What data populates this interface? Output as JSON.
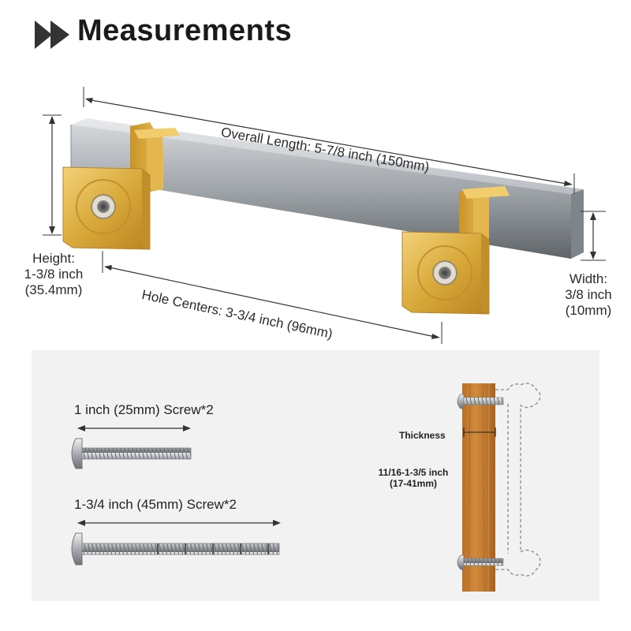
{
  "header": {
    "title": "Measurements",
    "icon": "play-icon"
  },
  "dimensions": {
    "overall_length": "Overall Length: 5-7/8 inch (150mm)",
    "height": [
      "Height:",
      "1-3/8 inch",
      "(35.4mm)"
    ],
    "hole_centers": "Hole Centers: 3-3/4 inch (96mm)",
    "width": [
      "Width:",
      "3/8 inch",
      "(10mm)"
    ]
  },
  "screws": {
    "short_label": "1 inch (25mm) Screw*2",
    "long_label": "1-3/4 inch (45mm) Screw*2"
  },
  "installation": {
    "thickness_label": "Thickness",
    "thickness_range": [
      "11/16-1-3/5 inch",
      "(17-41mm)"
    ]
  },
  "colors": {
    "gold": "#d9a93a",
    "steel": "#b8bcc0",
    "wood": "#c07a2e",
    "panel_bg": "#f2f2f2"
  }
}
